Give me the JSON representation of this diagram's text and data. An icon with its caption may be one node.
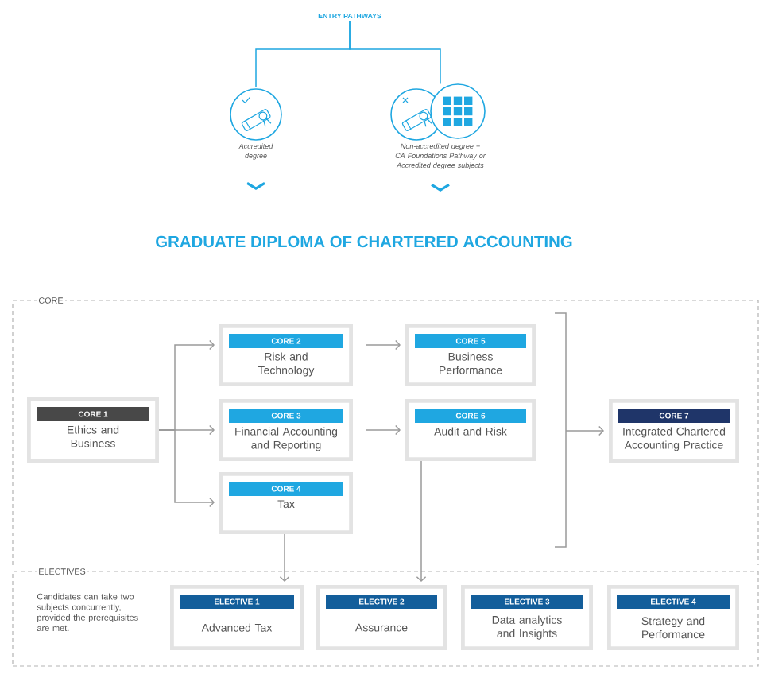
{
  "diagram": {
    "title": "GRADUATE DIPLOMA OF CHARTERED ACCOUNTING",
    "nodes": [
      {
        "text": [
          "ENTRY PATHWAYS"
        ]
      },
      {
        "text": [],
        "shape": "picture",
        "beside": [
          "Accredited degree"
        ]
      },
      {
        "text": [],
        "shape": "picture",
        "beside": [
          "Non-accredited degree + CA Foundations Pathway or Accredited degree subjects"
        ]
      },
      {
        "text": [
          "CORE"
        ]
      },
      {
        "text": [
          "CORE 1",
          "Ethics and Business"
        ],
        "in": 3
      },
      {
        "text": [
          "CORE 2",
          "Risk and Technology"
        ],
        "in": 3
      },
      {
        "text": [
          "CORE 3",
          "Financial Accounting and Reporting"
        ],
        "in": 3
      },
      {
        "text": [
          "CORE 4",
          "Tax"
        ],
        "in": 3
      },
      {
        "text": [
          "CORE 5",
          "Business Performance"
        ],
        "in": 3
      },
      {
        "text": [
          "CORE 6",
          "Audit and Risk"
        ],
        "in": 3
      },
      {
        "text": [
          "CORE 7",
          "Integrated Chartered Accounting Practice"
        ],
        "in": 3
      },
      {
        "text": [
          "ELECTIVES",
          "Candidates can take two subjects concurrently, provided the prerequisites are met."
        ]
      },
      {
        "text": [
          "ELECTIVE 1",
          "Advanced Tax"
        ],
        "in": 11
      },
      {
        "text": [
          "ELECTIVE 2",
          "Assurance"
        ],
        "in": 11
      },
      {
        "text": [
          "ELECTIVE 3",
          "Data analytics and Insights"
        ],
        "in": 11
      },
      {
        "text": [
          "ELECTIVE 4",
          "Strategy and Performance"
        ],
        "in": 11
      }
    ],
    "edges": [
      {
        "from": 0,
        "to": 1,
        "arrow": "none",
        "color": "#1fa7e1"
      },
      {
        "from": 0,
        "to": 2,
        "arrow": "none",
        "color": "#1fa7e1"
      },
      {
        "from": 4,
        "to": 5,
        "arrow": "to"
      },
      {
        "from": 4,
        "to": 6,
        "arrow": "to"
      },
      {
        "from": 4,
        "to": 7,
        "arrow": "to"
      },
      {
        "from": 5,
        "to": 8,
        "arrow": "to"
      },
      {
        "from": 6,
        "to": 9,
        "arrow": "to"
      },
      {
        "from": null,
        "to": 10,
        "arrow": "to"
      },
      {
        "from": 7,
        "to": 12,
        "arrow": "to"
      },
      {
        "from": 9,
        "to": 13,
        "arrow": "to"
      }
    ]
  }
}
